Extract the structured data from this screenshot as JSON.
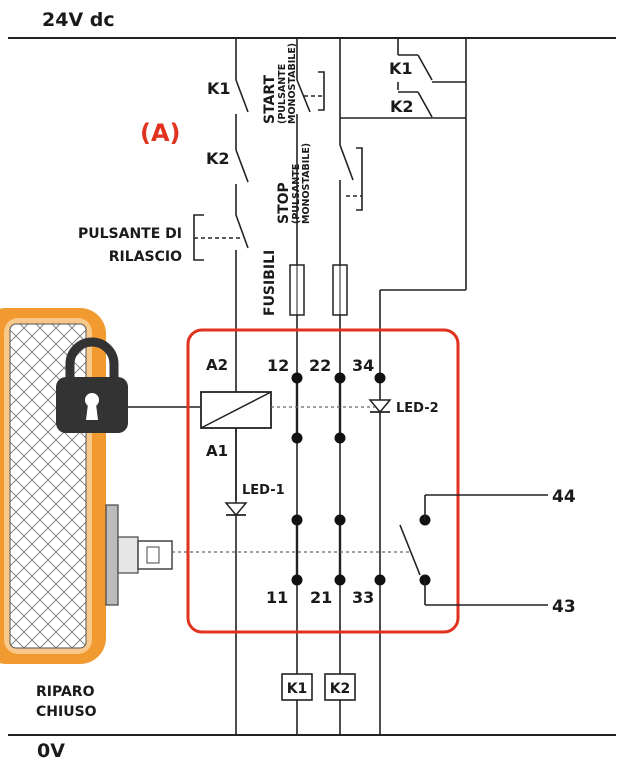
{
  "rails": {
    "top": "24V dc",
    "bottom": "0V"
  },
  "circuit_label": "(A)",
  "contacts_left": {
    "k1": "K1",
    "k2": "K2"
  },
  "release_button": {
    "line1": "PULSANTE DI",
    "line2": "RILASCIO"
  },
  "start_button": {
    "name": "START",
    "sub1": "(PULSANTE",
    "sub2": "MONOSTABILE)"
  },
  "stop_button": {
    "name": "STOP",
    "sub1": "(PULSANTE",
    "sub2": "MONOSTABILE)"
  },
  "fuses_label": "FUSIBILI",
  "contacts_right": {
    "k1": "K1",
    "k2": "K2"
  },
  "coil": {
    "top": "A2",
    "bottom": "A1"
  },
  "leds": {
    "led1": "LED-1",
    "led2": "LED-2"
  },
  "terminals": {
    "t12": "12",
    "t22": "22",
    "t34": "34",
    "t11": "11",
    "t21": "21",
    "t33": "33",
    "t44": "44",
    "t43": "43"
  },
  "relay_boxes": {
    "k1": "K1",
    "k2": "K2"
  },
  "guard_status": {
    "line1": "RIPARO",
    "line2": "CHIUSO"
  },
  "colors": {
    "device_border": "#e0321e",
    "circuit_label": "#e0321e",
    "guard_frame": "#f09a30",
    "lock_body": "#333333"
  }
}
